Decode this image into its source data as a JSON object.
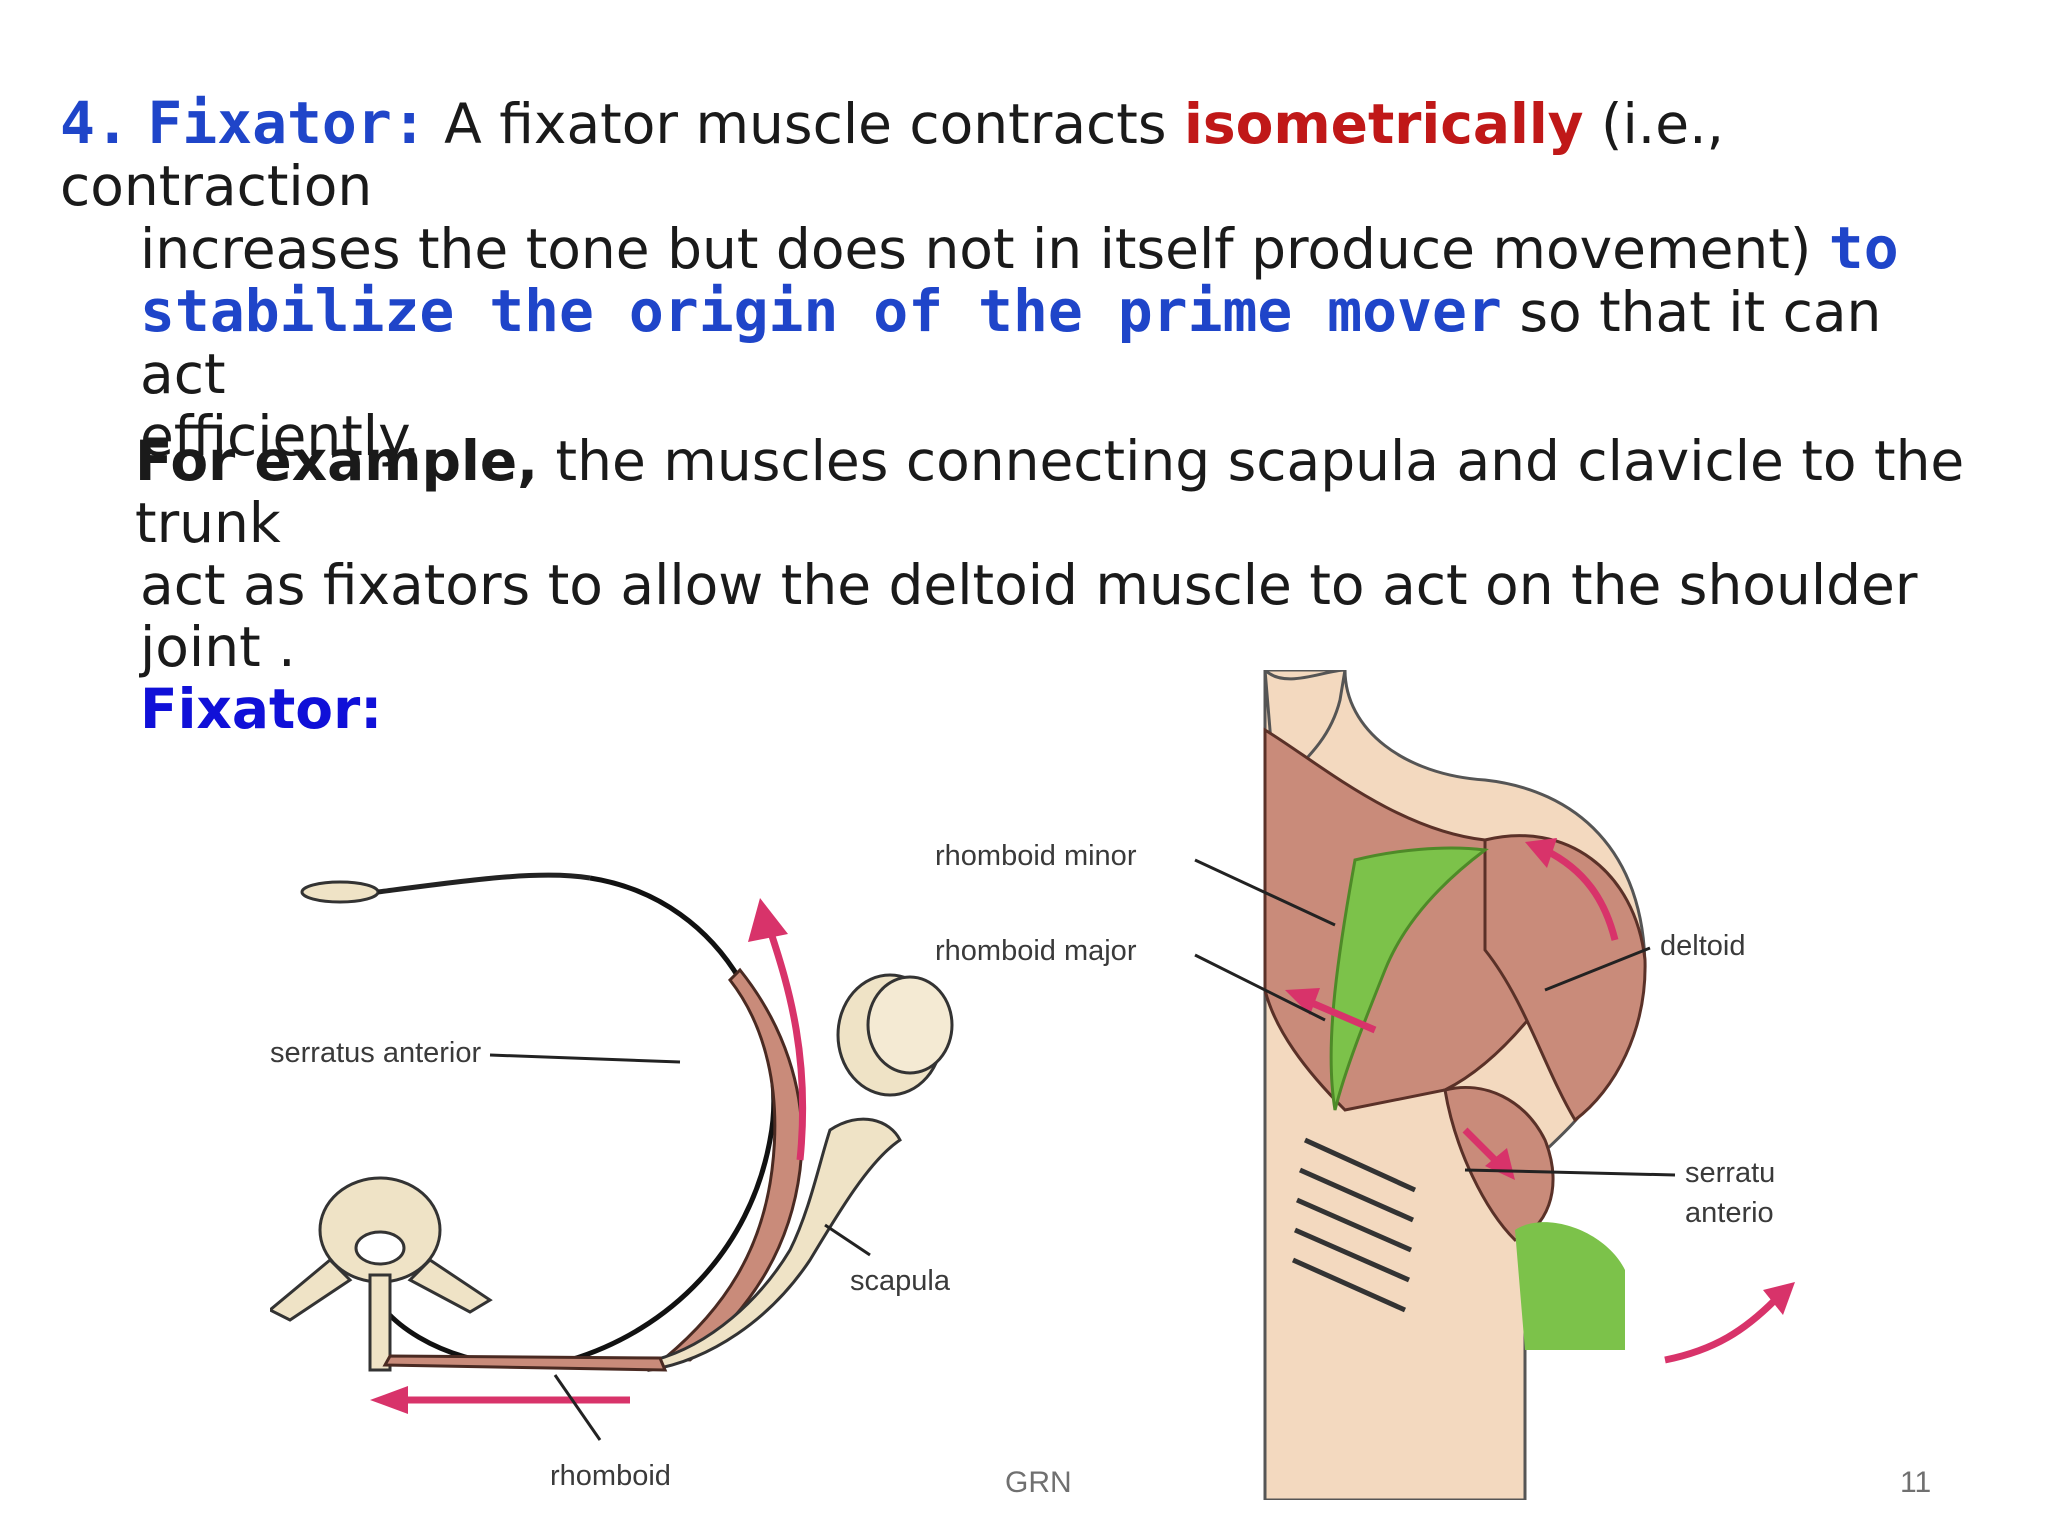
{
  "paragraph1": {
    "number": "4.",
    "heading": "Fixator:",
    "text_a": "A fixator muscle contracts ",
    "emphasis": "isometrically",
    "text_b": " (i.e., contraction",
    "text_c": "increases the tone but does not in itself produce movement) ",
    "highlight_a": "to",
    "highlight_b": "stabilize the origin of the prime mover",
    "text_d": " so that it can act",
    "text_e": "efficiently."
  },
  "paragraph2": {
    "lead": "For example,",
    "text_a": " the muscles connecting scapula and clavicle to the trunk",
    "text_b": "act as fixators to allow the deltoid  muscle to act on the shoulder joint .",
    "label": "Fixator:"
  },
  "figure_left": {
    "labels": {
      "serratus": "serratus anterior",
      "scapula": "scapula",
      "rhomboid": "rhomboid"
    }
  },
  "figure_right": {
    "labels": {
      "rhomboid_minor": "rhomboid minor",
      "rhomboid_major": "rhomboid major",
      "deltoid": "deltoid",
      "serratus_1": "serratu",
      "serratus_2": "anterio"
    }
  },
  "footer": {
    "center": "GRN",
    "page": "11"
  },
  "colors": {
    "heading_blue": "#1f45c9",
    "emphasis_red": "#c01818",
    "fixator_blue": "#1010d8",
    "arrow_pink": "#d8336a",
    "muscle": "#c98b7a",
    "bone": "#efe3c6",
    "fixator_green": "#7cc24a"
  }
}
